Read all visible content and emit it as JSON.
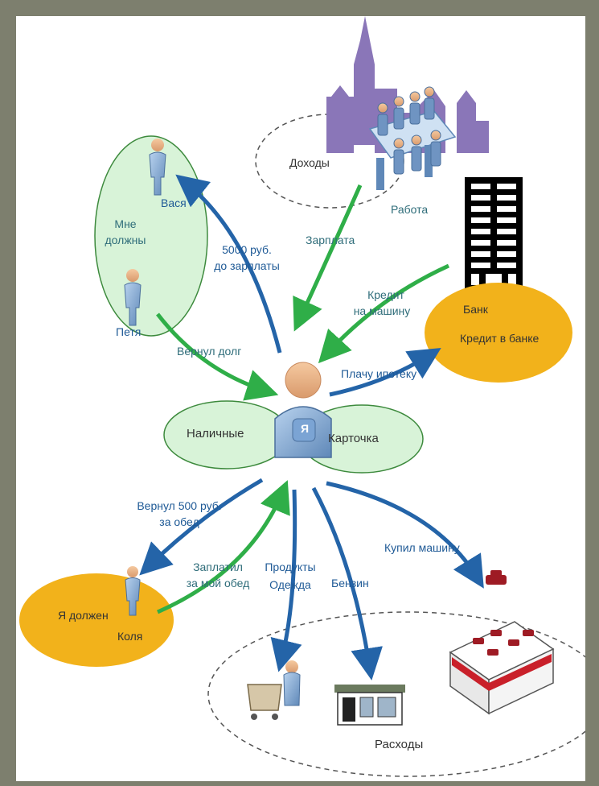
{
  "colors": {
    "background": "#7d7f6e",
    "green_arrow": "#2fae48",
    "blue_arrow": "#2464a8",
    "green_ellipse": "#d8f3d8",
    "orange_ellipse": "#f2b21b",
    "city": "#8a76b8"
  },
  "icons": {
    "city": "city-skyline-icon",
    "bank": "bank-building-icon",
    "person": "person-icon",
    "shop": "shopping-cart-icon",
    "gas": "gas-station-icon",
    "dealer": "car-dealer-icon"
  },
  "labels": {
    "income": "Доходы",
    "work": "Работа",
    "salary": "Зарплата",
    "vasya": "Вася",
    "owe_me_1": "Мне",
    "owe_me_2": "должны",
    "petya": "Петя",
    "loan_5000_1": "5000 руб.",
    "loan_5000_2": "до зарплаты",
    "returned_debt": "Вернул долг",
    "car_credit_1": "Кредит",
    "car_credit_2": "на машину",
    "bank": "Банк",
    "bank_credit": "Кредит в банке",
    "mortgage": "Плачу ипотеку",
    "me": "Я",
    "cash": "Наличные",
    "card": "Карточка",
    "returned_500_1": "Вернул 500 руб.",
    "returned_500_2": "за обед",
    "paid_lunch_1": "Заплатил",
    "paid_lunch_2": "за мой обед",
    "products": "Продукты",
    "clothes": "Одежда",
    "gasoline": "Бензин",
    "bought_car": "Купил машину",
    "i_owe": "Я должен",
    "kolya": "Коля",
    "expenses": "Расходы"
  }
}
